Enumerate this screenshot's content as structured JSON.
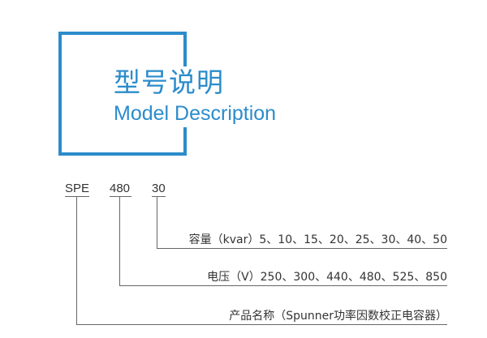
{
  "title": {
    "cn": "型号说明",
    "en": "Model Description"
  },
  "model_code": {
    "prefix": "SPE",
    "voltage_code": "480",
    "capacity_code": "30"
  },
  "descriptions": {
    "capacity": "容量（kvar）5、10、15、20、25、30、40、50",
    "voltage": "电压（V）250、300、440、480、525、850",
    "product_name": "产品名称（Spunner功率因数校正电容器）"
  }
}
